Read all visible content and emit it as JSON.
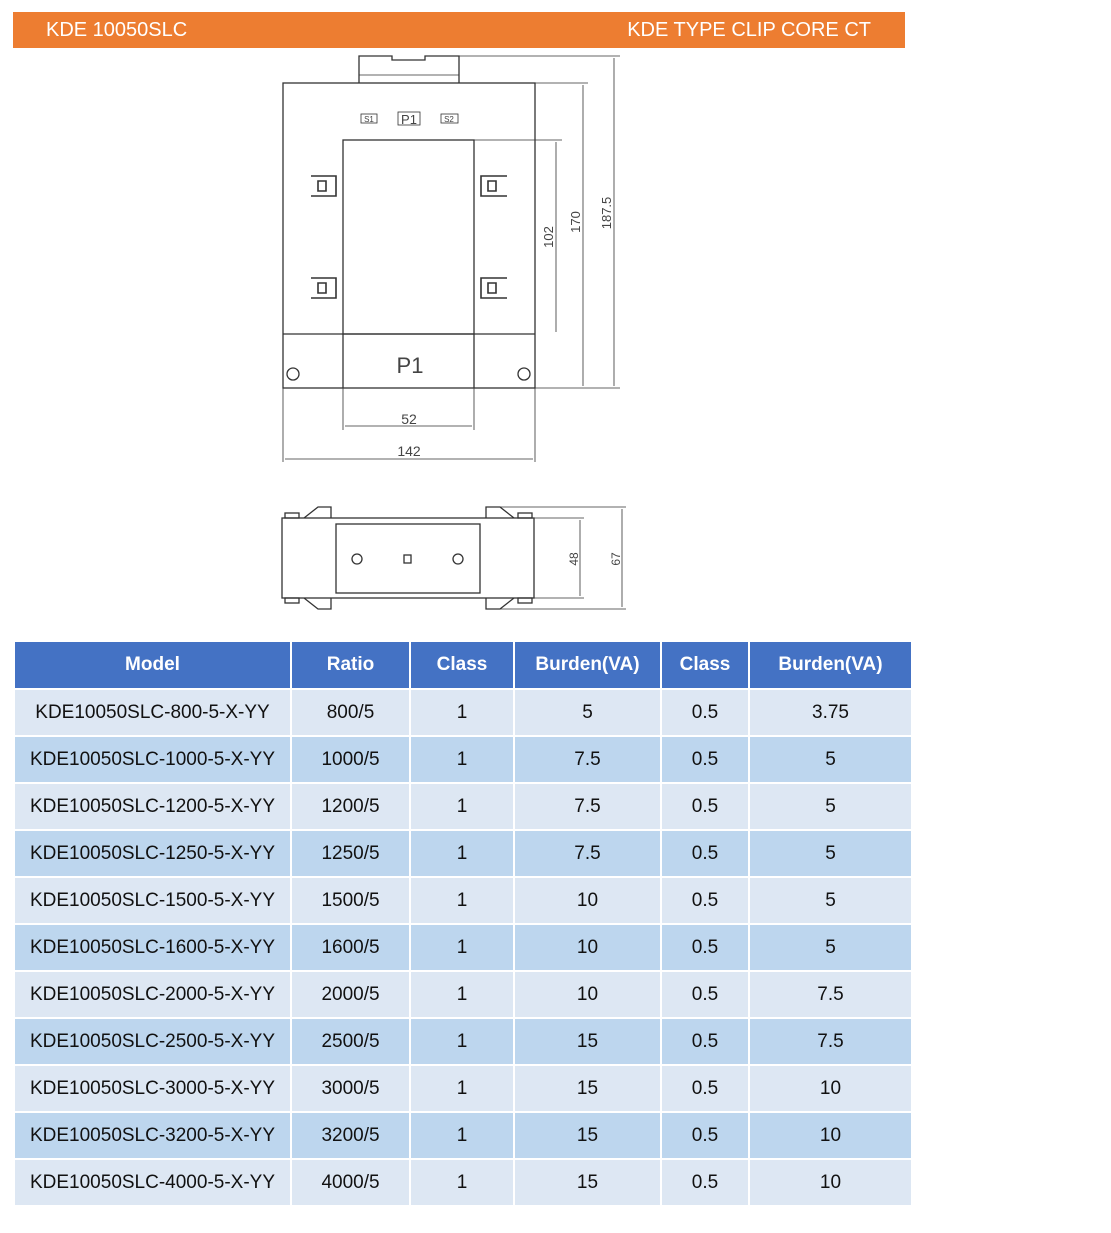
{
  "header": {
    "model": "KDE 10050SLC",
    "type": "KDE TYPE CLIP CORE CT",
    "color": "#ed7d31"
  },
  "drawing": {
    "front": {
      "terminal_s1": "S1",
      "terminal_p1": "P1",
      "terminal_s2": "S2",
      "bottom_label": "P1",
      "dim_window_width": "52",
      "dim_width": "142",
      "dim_window_height": "102",
      "dim_body_height": "170",
      "dim_total_height": "187.5"
    },
    "side": {
      "dim_inner": "48",
      "dim_outer": "67"
    }
  },
  "table": {
    "columns": [
      "Model",
      "Ratio",
      "Class",
      "Burden(VA)",
      "Class",
      "Burden(VA)"
    ],
    "rows": [
      [
        "KDE10050SLC-800-5-X-YY",
        "800/5",
        "1",
        "5",
        "0.5",
        "3.75"
      ],
      [
        "KDE10050SLC-1000-5-X-YY",
        "1000/5",
        "1",
        "7.5",
        "0.5",
        "5"
      ],
      [
        "KDE10050SLC-1200-5-X-YY",
        "1200/5",
        "1",
        "7.5",
        "0.5",
        "5"
      ],
      [
        "KDE10050SLC-1250-5-X-YY",
        "1250/5",
        "1",
        "7.5",
        "0.5",
        "5"
      ],
      [
        "KDE10050SLC-1500-5-X-YY",
        "1500/5",
        "1",
        "10",
        "0.5",
        "5"
      ],
      [
        "KDE10050SLC-1600-5-X-YY",
        "1600/5",
        "1",
        "10",
        "0.5",
        "5"
      ],
      [
        "KDE10050SLC-2000-5-X-YY",
        "2000/5",
        "1",
        "10",
        "0.5",
        "7.5"
      ],
      [
        "KDE10050SLC-2500-5-X-YY",
        "2500/5",
        "1",
        "15",
        "0.5",
        "7.5"
      ],
      [
        "KDE10050SLC-3000-5-X-YY",
        "3000/5",
        "1",
        "15",
        "0.5",
        "10"
      ],
      [
        "KDE10050SLC-3200-5-X-YY",
        "3200/5",
        "1",
        "15",
        "0.5",
        "10"
      ],
      [
        "KDE10050SLC-4000-5-X-YY",
        "4000/5",
        "1",
        "15",
        "0.5",
        "10"
      ]
    ]
  }
}
